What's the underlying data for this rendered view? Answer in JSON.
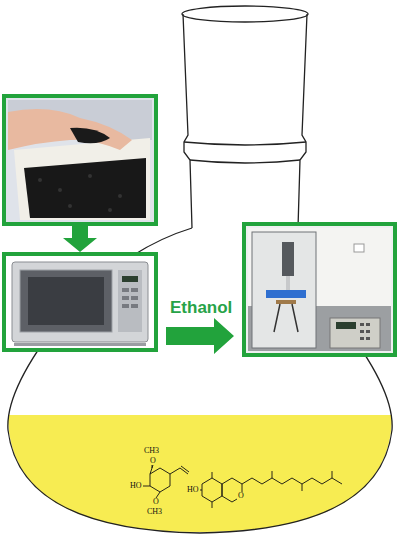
{
  "diagram": {
    "labels": [
      "Ethanol",
      "CH3",
      "O",
      "HO",
      "O",
      "CH3",
      "HO",
      "O"
    ]
  }
}
